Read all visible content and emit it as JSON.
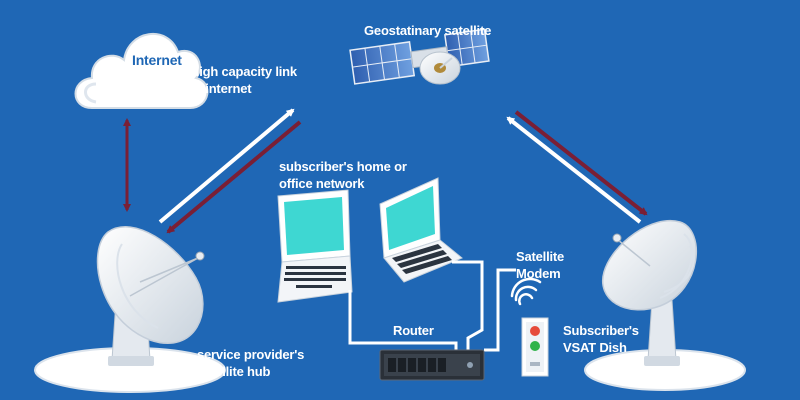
{
  "labels": {
    "internet": "Internet",
    "high_capacity_link": [
      "High capacity link",
      "to internet"
    ],
    "geostationary_satellite": "Geostatinary satellite",
    "subscriber_network": [
      "subscriber's home or",
      "office network"
    ],
    "satellite_modem": [
      "Satellite",
      "Modem"
    ],
    "router": "Router",
    "service_provider_hub": [
      "service provider's",
      "satellite hub"
    ],
    "subscriber_dish": [
      "Subscriber's",
      "VSAT Dish"
    ]
  },
  "colors": {
    "background": "#1f67b5",
    "uplink_arrow": "#ffffff",
    "downlink_arrow": "#7a1f35",
    "laptop_screen": "#3ed7d2",
    "cloud": "#ffffff",
    "modem_led_red": "#e64b3b",
    "modem_led_green": "#2fb34a"
  },
  "icons": [
    "cloud-icon",
    "satellite-icon",
    "dish-icon",
    "laptop-icon",
    "router-icon",
    "modem-icon",
    "wifi-icon"
  ]
}
